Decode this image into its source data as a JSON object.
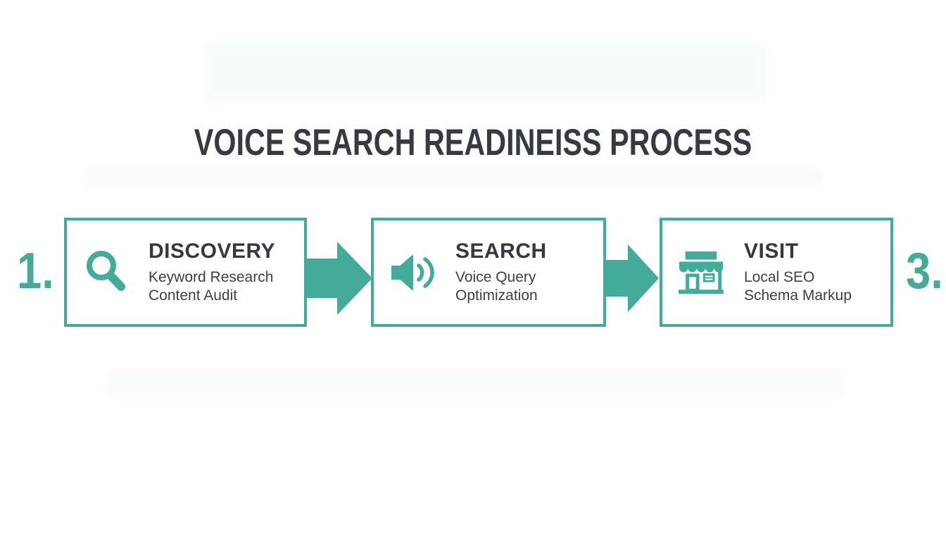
{
  "title": "VOICE SEARCH READINEISS PROCESS",
  "colors": {
    "teal": "#44AB9A",
    "heading_text": "#333940",
    "title_text": "#363B43",
    "body_text": "#3A4046",
    "background": "#FFFFFF"
  },
  "side_numbers": {
    "left": "1.",
    "right": "3."
  },
  "steps": [
    {
      "number": "1.",
      "icon": "magnifier-icon",
      "heading": "DISCOVERY",
      "lines": [
        "Keyword Research",
        "Content Audit"
      ]
    },
    {
      "icon": "speaker-icon",
      "heading": "SEARCH",
      "lines": [
        "Voice Query",
        "Optimization"
      ]
    },
    {
      "number": "3.",
      "icon": "storefront-icon",
      "heading": "VISIT",
      "lines": [
        "Local SEO",
        "Schema Markup"
      ]
    }
  ]
}
